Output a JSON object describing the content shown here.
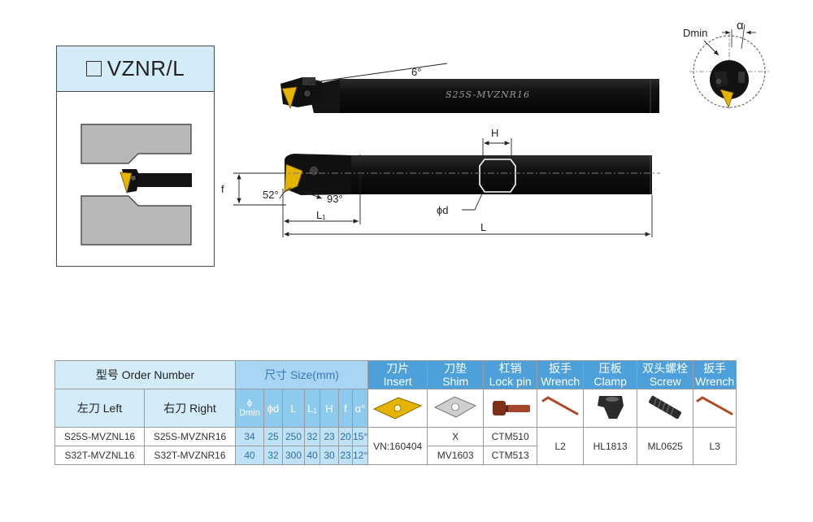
{
  "model": {
    "title": "VZNR/L"
  },
  "drawing": {
    "engraving": "S25S-MVZNR16",
    "angle_top": "6°",
    "dmin_label": "Dmin",
    "alpha_label": "α",
    "label_H": "H",
    "label_f": "f",
    "angle_52": "52°",
    "angle_93": "93°",
    "label_L1_main": "L",
    "label_L1_sub": "1",
    "label_phid": "ϕd",
    "label_L": "L"
  },
  "table": {
    "order_number": "型号 Order Number",
    "size_header": "尺寸 Size(mm)",
    "left": "左刀 Left",
    "right": "右刀 Right",
    "parts": [
      {
        "cn": "刀片",
        "en": "Insert"
      },
      {
        "cn": "刀垫",
        "en": "Shim"
      },
      {
        "cn": "杠销",
        "en": "Lock pin"
      },
      {
        "cn": "扳手",
        "en": "Wrench"
      },
      {
        "cn": "压板",
        "en": "Clamp"
      },
      {
        "cn": "双头螺栓",
        "en": "Screw"
      },
      {
        "cn": "扳手",
        "en": "Wrench"
      }
    ],
    "dim_cols": {
      "phi": "ϕ",
      "dmin": "Dmin",
      "phid": "ϕd",
      "L": "L",
      "L1_main": "L",
      "L1_sub": "1",
      "H": "H",
      "f": "f",
      "alpha": "α°"
    },
    "rows": [
      {
        "left": "S25S-MVZNL16",
        "right": "S25S-MVZNR16",
        "dims": [
          "34",
          "25",
          "250",
          "32",
          "23",
          "20",
          "15°"
        ],
        "shim": "X",
        "lockpin": "CTM510"
      },
      {
        "left": "S32T-MVZNL16",
        "right": "S32T-MVZNR16",
        "dims": [
          "40",
          "32",
          "300",
          "40",
          "30",
          "23",
          "12°"
        ],
        "shim": "MV1603",
        "lockpin": "CTM513"
      }
    ],
    "shared": {
      "insert": "VN:160404",
      "wrench1": "L2",
      "clamp": "HL1813",
      "screw": "ML0625",
      "wrench2": "L3"
    }
  },
  "colors": {
    "header_blue": "#4ea0db",
    "header_light": "#d4ebf8",
    "insert_gold": "#e4b400"
  }
}
